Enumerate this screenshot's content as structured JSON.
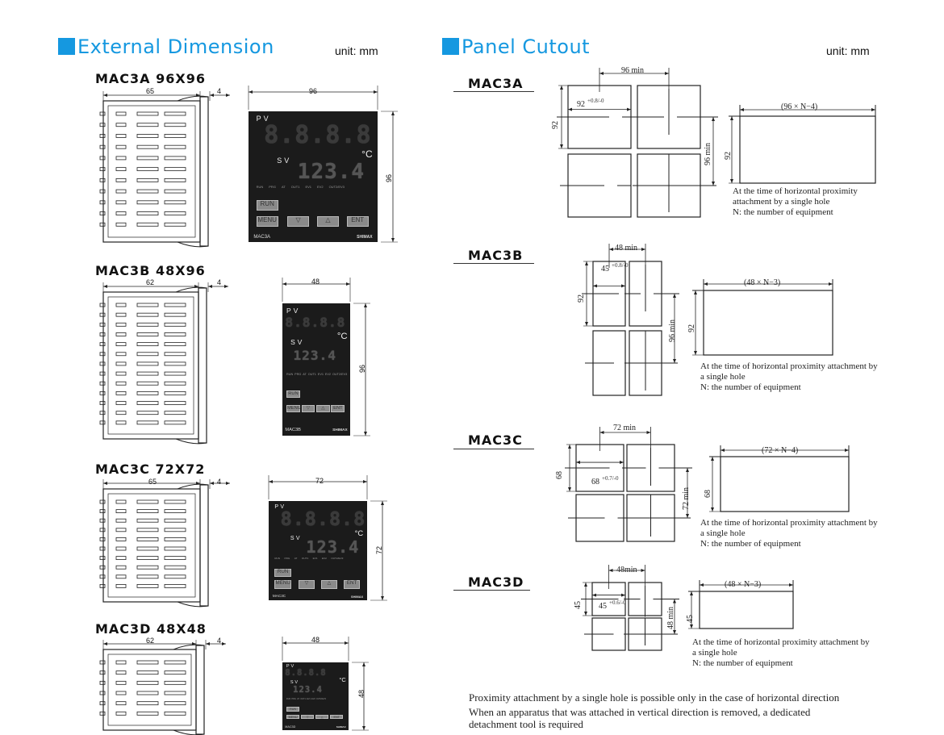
{
  "left": {
    "title": "External Dimension",
    "unit": "unit: mm",
    "models": [
      {
        "name": "MAC3A 96X96",
        "depth": "65",
        "flange": "4",
        "width": "96",
        "height": "96",
        "panel_label": "MAC3A"
      },
      {
        "name": "MAC3B 48X96",
        "depth": "62",
        "flange": "4",
        "width": "48",
        "height": "96",
        "panel_label": "MAC3B"
      },
      {
        "name": "MAC3C 72X72",
        "depth": "65",
        "flange": "4",
        "width": "72",
        "height": "72",
        "panel_label": "MAC3C"
      },
      {
        "name": "MAC3D 48X48",
        "depth": "62",
        "flange": "4",
        "width": "48",
        "height": "48",
        "panel_label": "MAC3D"
      }
    ],
    "panel": {
      "pv": "PV",
      "sv": "SV",
      "pv_digits": "8.8.8.8",
      "sv_digits": "123.4",
      "unit_symbol": "°C",
      "indicators": [
        "RUN",
        "PRG",
        "AT",
        "OUT1",
        "EV1",
        "EV2",
        "OUT2/EV3"
      ],
      "buttons": {
        "run": "RUN",
        "menu": "MENU",
        "down": "▽",
        "up": "△",
        "ent": "ENT"
      },
      "brand": "SHIMAX"
    }
  },
  "right": {
    "title": "Panel Cutout",
    "unit": "unit: mm",
    "note_lines": [
      "At the time of horizontal proximity",
      "attachment  by a single hole",
      "N: the number of equipment"
    ],
    "note_lines_wide": [
      "At the time of horizontal proximity attachment by",
      "a single hole",
      "N: the number of equipment"
    ],
    "cutouts": [
      {
        "name": "MAC3A",
        "pitch": "96 min",
        "hole_w": "92",
        "hole_h": "92",
        "tol": "+0.8/-0",
        "row_formula": "(96 × N−4)",
        "row_h": "92",
        "vpitch": "96 min"
      },
      {
        "name": "MAC3B",
        "pitch": "48 min",
        "hole_w": "45",
        "hole_h": "92",
        "tol": "+0.8/-0",
        "row_formula": "(48 × N−3)",
        "row_h": "92",
        "vpitch": "96 min"
      },
      {
        "name": "MAC3C",
        "pitch": "72 min",
        "hole_w": "68",
        "hole_h": "68",
        "tol": "+0.7/-0",
        "row_formula": "(72 × N−4)",
        "row_h": "68",
        "vpitch": "72 min"
      },
      {
        "name": "MAC3D",
        "pitch": "48min",
        "hole_w": "45",
        "hole_h": "45",
        "tol": "+0.6/-0",
        "row_formula": "(48 × N−3)",
        "row_h": "45",
        "vpitch": "48 min"
      }
    ],
    "footer": [
      "Proximity attachment by a single hole is possible only in the case of  horizontal direction",
      "When an apparatus that was attached in vertical direction is removed, a dedicated",
      "detachment tool is required"
    ]
  }
}
